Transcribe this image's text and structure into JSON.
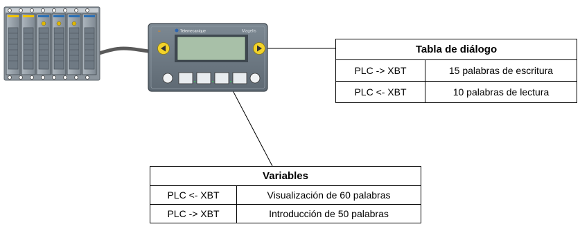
{
  "terminal": {
    "brand": "Telemecanique",
    "model": "Magelis"
  },
  "dialog_table": {
    "title": "Tabla de diálogo",
    "rows": [
      {
        "direction": "PLC -> XBT",
        "description": "15 palabras de escritura"
      },
      {
        "direction": "PLC <- XBT",
        "description": "10 palabras de lectura"
      }
    ]
  },
  "variables_table": {
    "title": "Variables",
    "rows": [
      {
        "direction": "PLC <- XBT",
        "description": "Visualización de 60 palabras"
      },
      {
        "direction": "PLC -> XBT",
        "description": "Introducción de 50 palabras"
      }
    ]
  },
  "colors": {
    "terminal_body": "#6e7a85",
    "screen": "#a8c0a8",
    "arrow_button": "#f2d22a",
    "plc_module": "#9aa4ad",
    "module_tag_yellow": "#f2c400",
    "module_tag_blue": "#2a6fb5"
  }
}
